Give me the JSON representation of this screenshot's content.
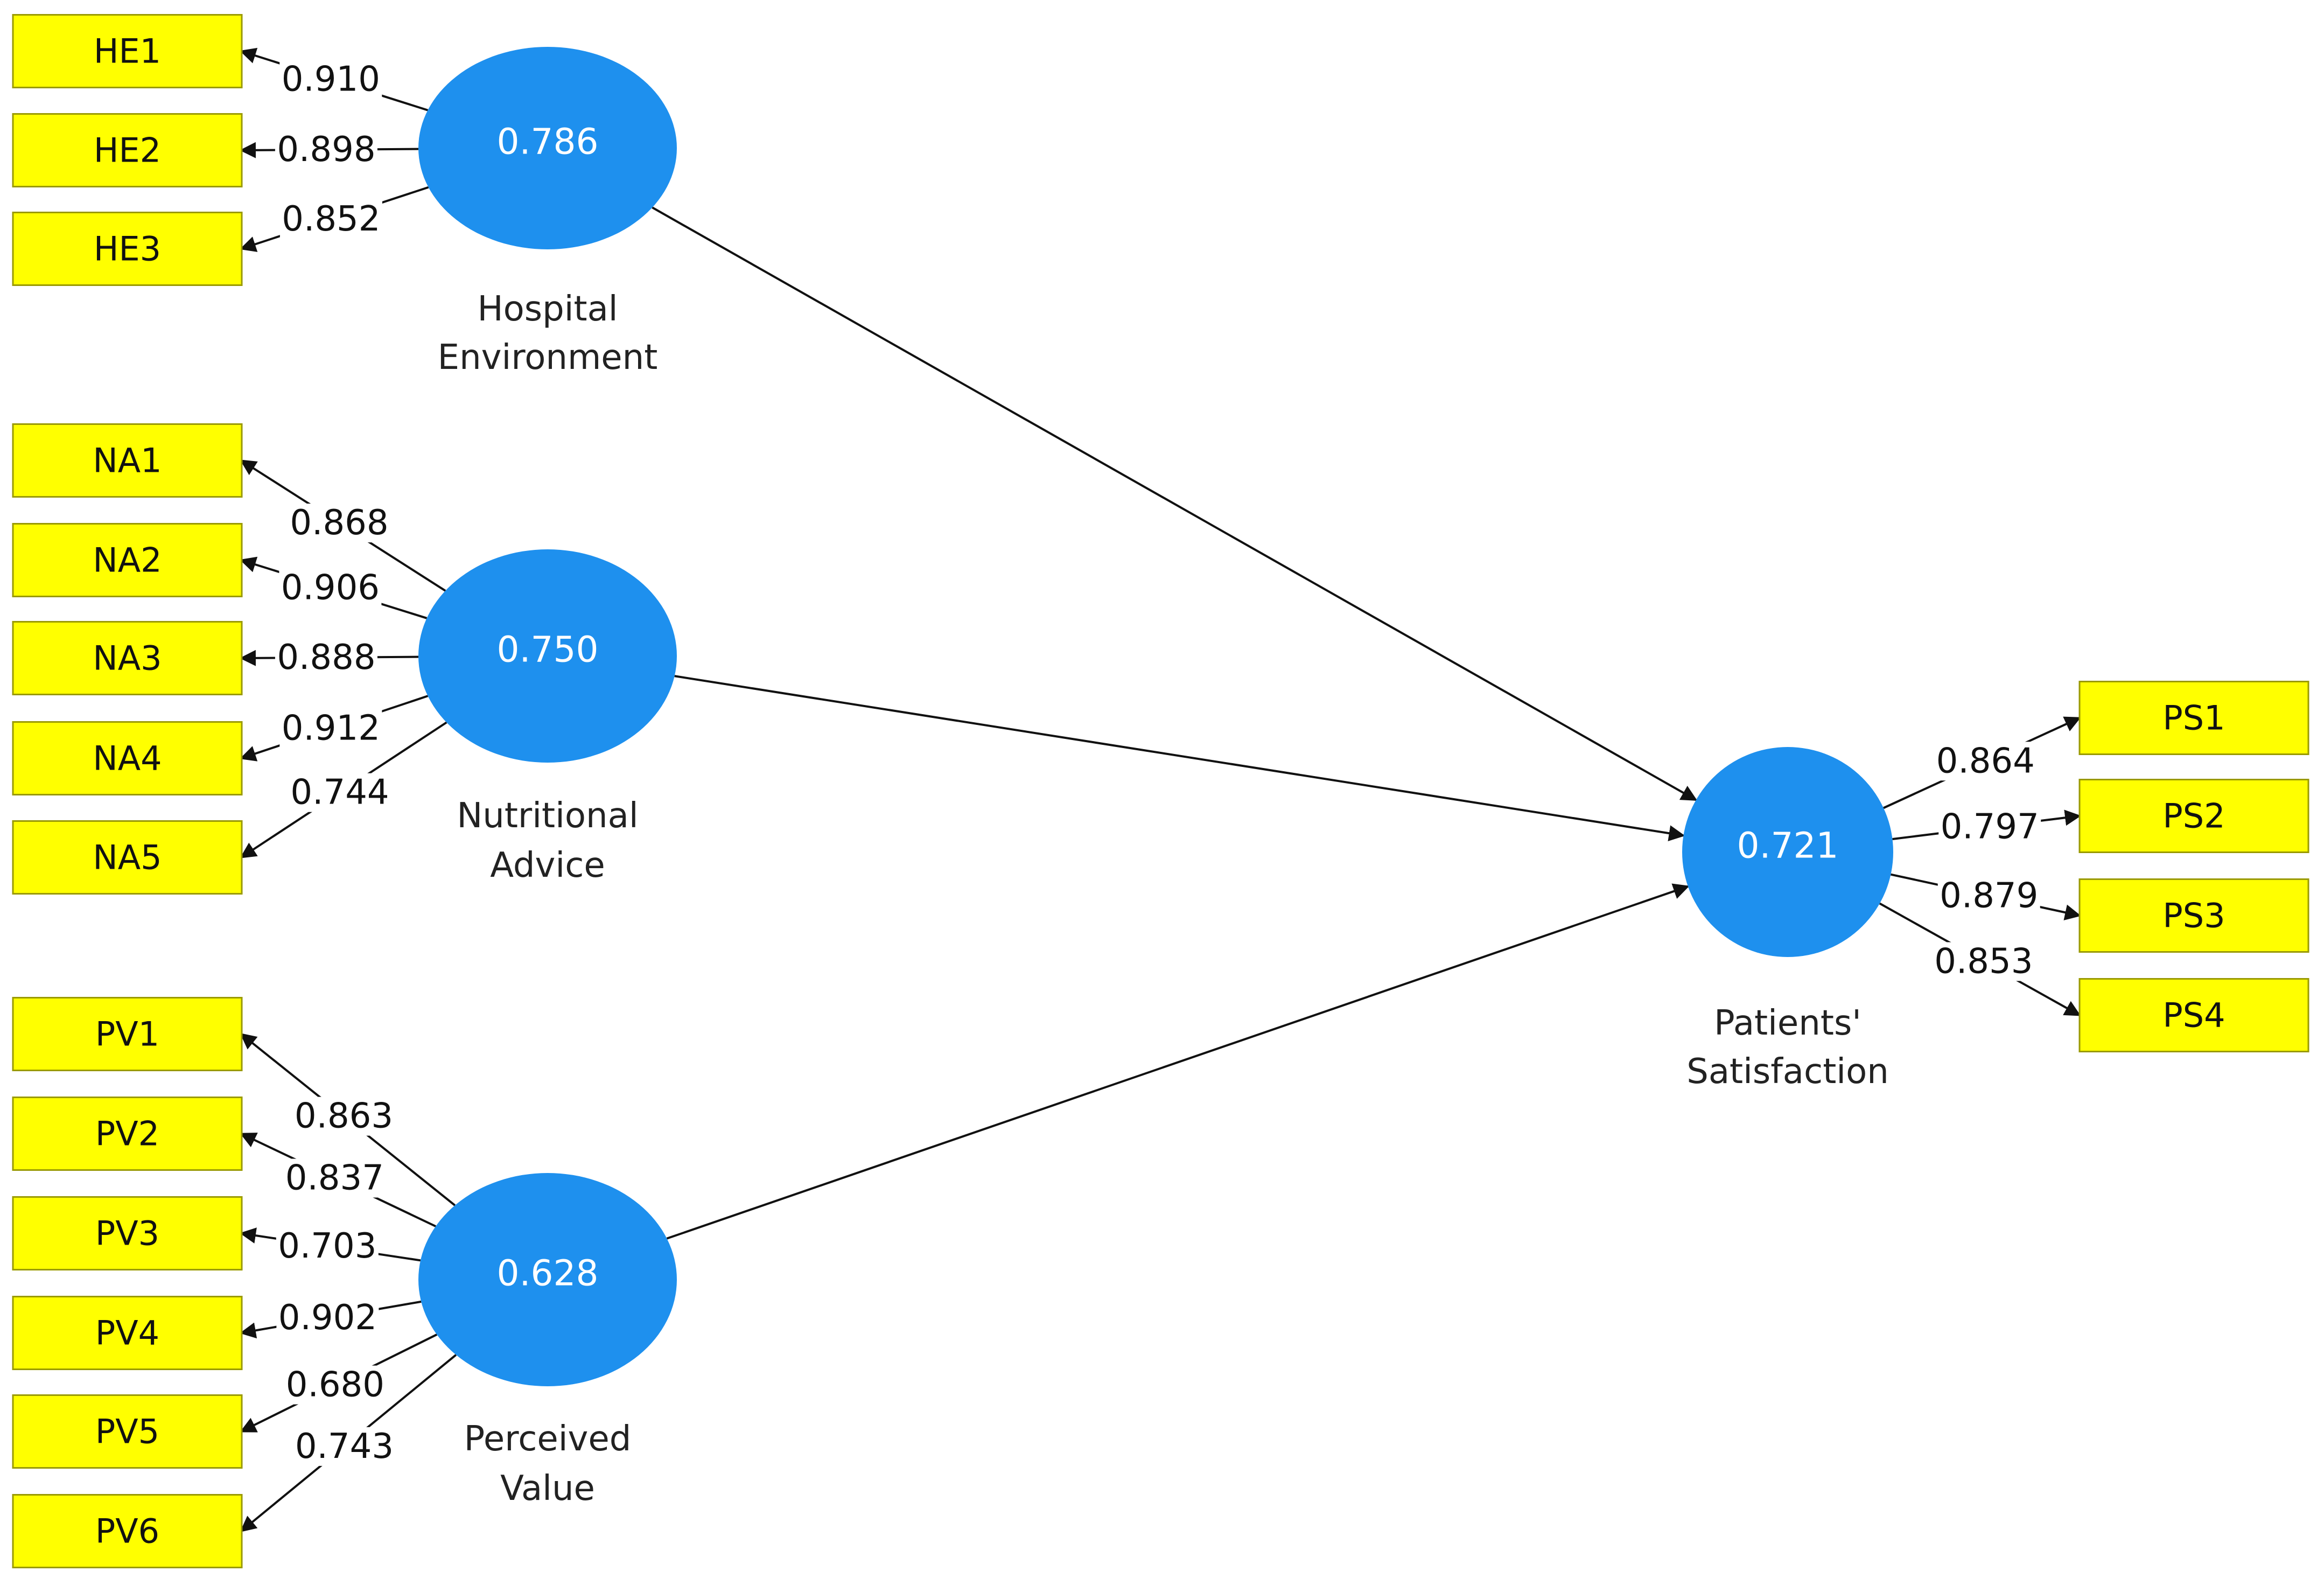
{
  "colors": {
    "latent_fill": "#1e90ee",
    "indicator_fill": "#ffff00",
    "edge": "#111111"
  },
  "latents": [
    {
      "id": "HE",
      "value": "0.786",
      "name_lines": [
        "Hospital",
        "Environment"
      ]
    },
    {
      "id": "NA",
      "value": "0.750",
      "name_lines": [
        "Nutritional",
        "Advice"
      ]
    },
    {
      "id": "PV",
      "value": "0.628",
      "name_lines": [
        "Perceived",
        "Value"
      ]
    },
    {
      "id": "PS",
      "value": "0.721",
      "name_lines": [
        "Patients'",
        "Satisfaction"
      ]
    }
  ],
  "indicators": [
    {
      "id": "HE1",
      "latent": "HE",
      "loading": "0.910"
    },
    {
      "id": "HE2",
      "latent": "HE",
      "loading": "0.898"
    },
    {
      "id": "HE3",
      "latent": "HE",
      "loading": "0.852"
    },
    {
      "id": "NA1",
      "latent": "NA",
      "loading": "0.868"
    },
    {
      "id": "NA2",
      "latent": "NA",
      "loading": "0.906"
    },
    {
      "id": "NA3",
      "latent": "NA",
      "loading": "0.888"
    },
    {
      "id": "NA4",
      "latent": "NA",
      "loading": "0.912"
    },
    {
      "id": "NA5",
      "latent": "NA",
      "loading": "0.744"
    },
    {
      "id": "PV1",
      "latent": "PV",
      "loading": "0.863"
    },
    {
      "id": "PV2",
      "latent": "PV",
      "loading": "0.837"
    },
    {
      "id": "PV3",
      "latent": "PV",
      "loading": "0.703"
    },
    {
      "id": "PV4",
      "latent": "PV",
      "loading": "0.902"
    },
    {
      "id": "PV5",
      "latent": "PV",
      "loading": "0.680"
    },
    {
      "id": "PV6",
      "latent": "PV",
      "loading": "0.743"
    },
    {
      "id": "PS1",
      "latent": "PS",
      "loading": "0.864"
    },
    {
      "id": "PS2",
      "latent": "PS",
      "loading": "0.797"
    },
    {
      "id": "PS3",
      "latent": "PS",
      "loading": "0.879"
    },
    {
      "id": "PS4",
      "latent": "PS",
      "loading": "0.853"
    }
  ],
  "paths": [
    {
      "from": "HE",
      "to": "PS"
    },
    {
      "from": "NA",
      "to": "PS"
    },
    {
      "from": "PV",
      "to": "PS"
    }
  ]
}
